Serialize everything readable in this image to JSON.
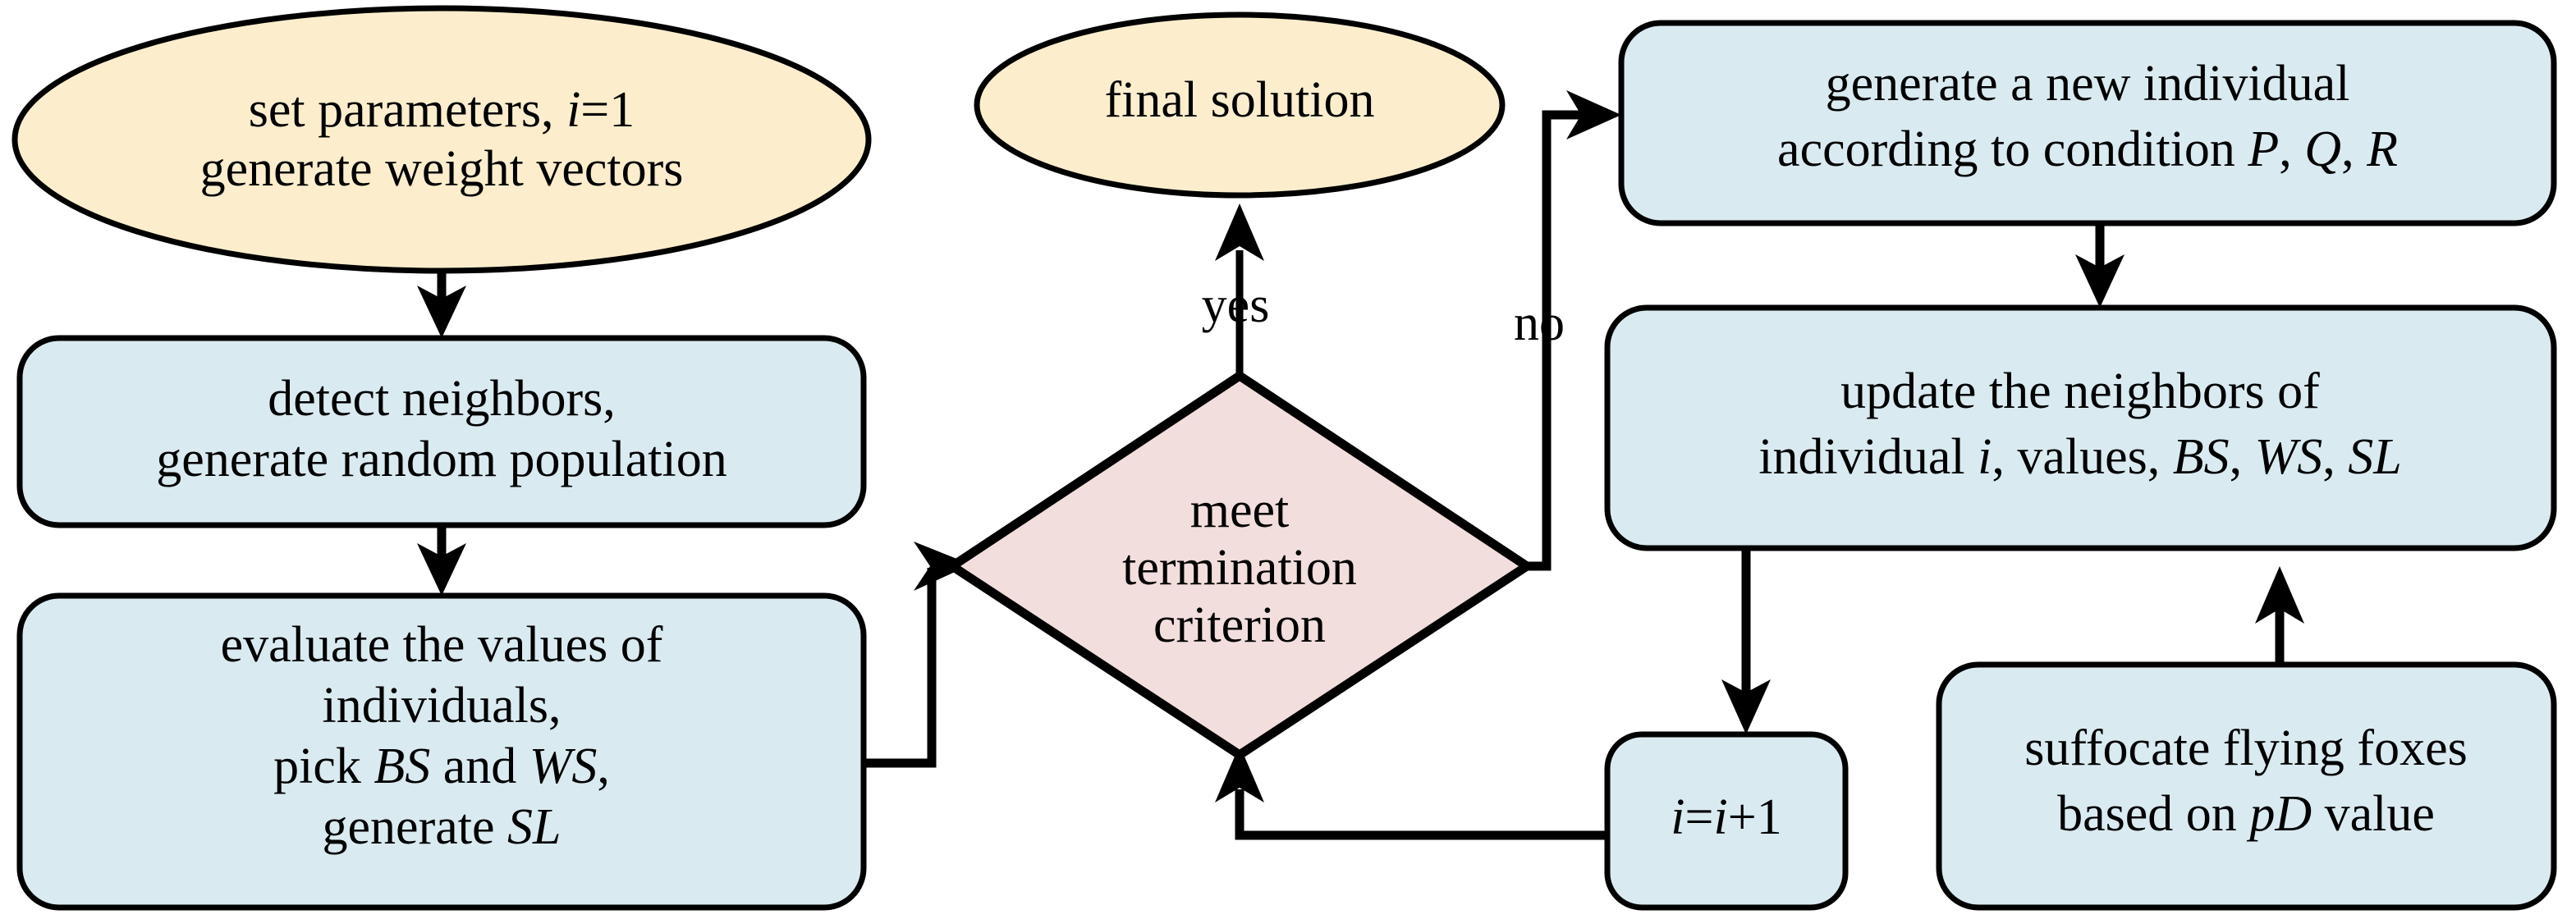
{
  "diagram": {
    "title": "flowchart",
    "type": "flowchart",
    "colors": {
      "terminator_fill": "#fceecd",
      "process_fill": "#daeaf1",
      "decision_fill": "#f2dedc",
      "stroke": "#000000",
      "background": "#ffffff",
      "text": "#000000"
    },
    "nodes": [
      {
        "id": "start",
        "shape": "ellipse",
        "fill": "#fceecd",
        "lines": [
          [
            {
              "t": "set parameters, ",
              "style": "normal"
            },
            {
              "t": "i",
              "style": "italic"
            },
            {
              "t": "=1",
              "style": "normal"
            }
          ],
          [
            {
              "t": "generate weight vectors",
              "style": "normal"
            }
          ]
        ]
      },
      {
        "id": "detect",
        "shape": "rounded-rect",
        "fill": "#daeaf1",
        "lines": [
          [
            {
              "t": "detect neighbors,",
              "style": "normal"
            }
          ],
          [
            {
              "t": "generate random population",
              "style": "normal"
            }
          ]
        ]
      },
      {
        "id": "evaluate",
        "shape": "rounded-rect",
        "fill": "#daeaf1",
        "lines": [
          [
            {
              "t": "evaluate the values of",
              "style": "normal"
            }
          ],
          [
            {
              "t": "individuals,",
              "style": "normal"
            }
          ],
          [
            {
              "t": "pick ",
              "style": "normal"
            },
            {
              "t": "BS",
              "style": "italic"
            },
            {
              "t": " and ",
              "style": "normal"
            },
            {
              "t": "WS",
              "style": "italic"
            },
            {
              "t": ",",
              "style": "normal"
            }
          ],
          [
            {
              "t": "generate ",
              "style": "normal"
            },
            {
              "t": "SL",
              "style": "italic"
            }
          ]
        ]
      },
      {
        "id": "decision",
        "shape": "diamond",
        "fill": "#f2dedc",
        "lines": [
          [
            {
              "t": "meet",
              "style": "normal"
            }
          ],
          [
            {
              "t": "termination",
              "style": "normal"
            }
          ],
          [
            {
              "t": "criterion",
              "style": "normal"
            }
          ]
        ]
      },
      {
        "id": "final",
        "shape": "ellipse",
        "fill": "#fceecd",
        "lines": [
          [
            {
              "t": "final solution",
              "style": "normal"
            }
          ]
        ]
      },
      {
        "id": "generate-new",
        "shape": "rounded-rect",
        "fill": "#daeaf1",
        "lines": [
          [
            {
              "t": "generate a new individual",
              "style": "normal"
            }
          ],
          [
            {
              "t": "according to condition ",
              "style": "normal"
            },
            {
              "t": "P",
              "style": "italic"
            },
            {
              "t": ", ",
              "style": "normal"
            },
            {
              "t": "Q",
              "style": "italic"
            },
            {
              "t": ", ",
              "style": "normal"
            },
            {
              "t": "R",
              "style": "italic"
            }
          ]
        ]
      },
      {
        "id": "update",
        "shape": "rounded-rect",
        "fill": "#daeaf1",
        "lines": [
          [
            {
              "t": "update the neighbors of",
              "style": "normal"
            }
          ],
          [
            {
              "t": "individual ",
              "style": "normal"
            },
            {
              "t": "i",
              "style": "italic"
            },
            {
              "t": ", values, ",
              "style": "normal"
            },
            {
              "t": "BS",
              "style": "italic"
            },
            {
              "t": ", ",
              "style": "normal"
            },
            {
              "t": "WS",
              "style": "italic"
            },
            {
              "t": ", ",
              "style": "normal"
            },
            {
              "t": "SL",
              "style": "italic"
            }
          ]
        ]
      },
      {
        "id": "suffocate",
        "shape": "rounded-rect",
        "fill": "#daeaf1",
        "lines": [
          [
            {
              "t": "suffocate flying foxes",
              "style": "normal"
            }
          ],
          [
            {
              "t": "based on ",
              "style": "normal"
            },
            {
              "t": "pD",
              "style": "italic"
            },
            {
              "t": " value",
              "style": "normal"
            }
          ]
        ]
      },
      {
        "id": "increment",
        "shape": "rounded-rect",
        "fill": "#daeaf1",
        "lines": [
          [
            {
              "t": "i",
              "style": "italic"
            },
            {
              "t": "=",
              "style": "normal"
            },
            {
              "t": "i",
              "style": "italic"
            },
            {
              "t": "+1",
              "style": "normal"
            }
          ]
        ]
      }
    ],
    "edge_labels": {
      "yes": "yes",
      "no": "no"
    },
    "edges": [
      {
        "from": "start",
        "to": "detect",
        "label": ""
      },
      {
        "from": "detect",
        "to": "evaluate",
        "label": ""
      },
      {
        "from": "evaluate",
        "to": "decision",
        "label": ""
      },
      {
        "from": "decision",
        "to": "final",
        "label": "yes"
      },
      {
        "from": "decision",
        "to": "generate-new",
        "label": "no"
      },
      {
        "from": "generate-new",
        "to": "update",
        "label": ""
      },
      {
        "from": "update",
        "to": "increment",
        "label": ""
      },
      {
        "from": "increment",
        "to": "decision",
        "label": ""
      },
      {
        "from": "suffocate",
        "to": "update",
        "label": ""
      }
    ]
  }
}
